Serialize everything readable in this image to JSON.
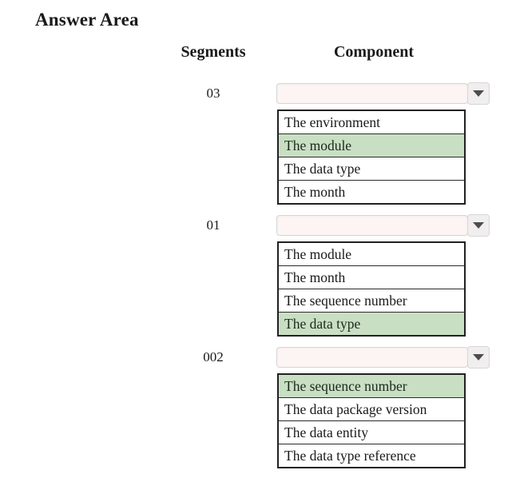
{
  "title": "Answer Area",
  "columns": {
    "segments": "Segments",
    "component": "Component"
  },
  "colors": {
    "selected_option_bg": "#c8dfc3",
    "dropdown_field_bg": "#fcf5f4",
    "dropdown_border": "#d6d6d6",
    "arrow_button_bg": "#f0eeee",
    "arrow_glyph": "#4d4d4d",
    "list_border": "#212121"
  },
  "icons": {
    "dropdown_arrow": "chevron-down"
  },
  "sections": [
    {
      "segment": "03",
      "selected_value": "",
      "options": [
        {
          "label": "The environment",
          "selected": false
        },
        {
          "label": "The module",
          "selected": true
        },
        {
          "label": "The data type",
          "selected": false
        },
        {
          "label": "The month",
          "selected": false
        }
      ]
    },
    {
      "segment": "01",
      "selected_value": "",
      "options": [
        {
          "label": "The module",
          "selected": false
        },
        {
          "label": "The month",
          "selected": false
        },
        {
          "label": "The sequence number",
          "selected": false
        },
        {
          "label": "The data type",
          "selected": true
        }
      ]
    },
    {
      "segment": "002",
      "selected_value": "",
      "options": [
        {
          "label": "The sequence number",
          "selected": true
        },
        {
          "label": "The data package version",
          "selected": false
        },
        {
          "label": "The data entity",
          "selected": false
        },
        {
          "label": "The data type reference",
          "selected": false
        }
      ]
    }
  ]
}
